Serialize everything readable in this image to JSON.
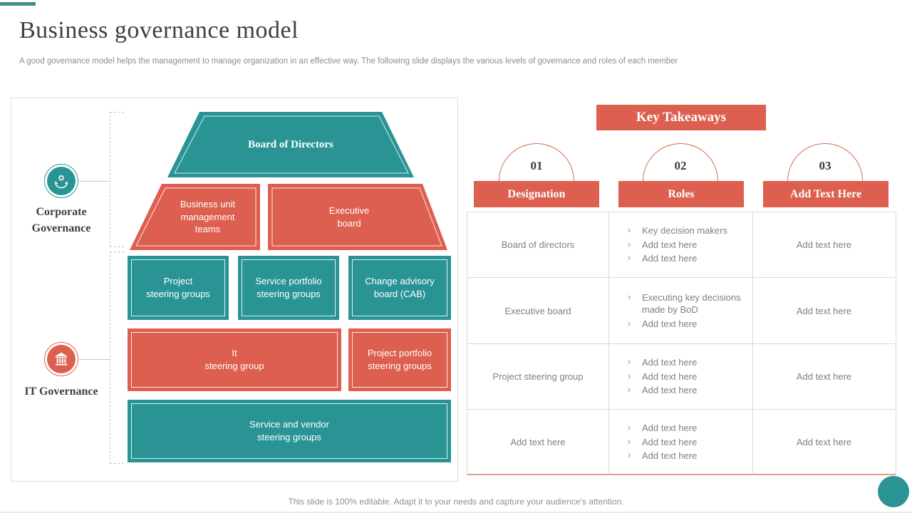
{
  "slide": {
    "title": "Business governance model",
    "subtitle": "A good governance model helps the management to manage organization in an effective way. The following slide displays the various levels of governance and roles of each member",
    "footer": "This slide is 100% editable. Adapt it to your needs and capture your audience's attention."
  },
  "colors": {
    "teal": "#2a9494",
    "coral": "#dd5f4f",
    "accent_dash": "#458b8b",
    "table_border": "#d9d9d9",
    "table_bottom_border": "#dfa091",
    "text_dark": "#3f3f3f",
    "text_gray": "#808080"
  },
  "diagram": {
    "corporate": {
      "label": "Corporate Governance",
      "icon": "hands-gear-icon"
    },
    "it": {
      "label": "IT Governance",
      "icon": "bank-icon"
    },
    "shapes": {
      "board": "Board of Directors",
      "business_unit": "Business unit\nmanagement\nteams",
      "executive": "Executive\nboard",
      "project_steering": "Project\nsteering groups",
      "service_portfolio": "Service portfolio\nsteering groups",
      "cab": "Change advisory\nboard (CAB)",
      "it_steering": "It\nsteering group",
      "project_portfolio": "Project portfolio\nsteering groups",
      "service_vendor": "Service and vendor\nsteering groups"
    }
  },
  "takeaways": {
    "title": "Key Takeaways",
    "columns": [
      {
        "number": "01",
        "label": "Designation"
      },
      {
        "number": "02",
        "label": "Roles"
      },
      {
        "number": "03",
        "label": "Add Text Here"
      }
    ],
    "rows": [
      {
        "designation": "Board of directors",
        "roles": [
          "Key decision makers",
          "Add text here",
          "Add text here"
        ],
        "extra": "Add text here"
      },
      {
        "designation": "Executive board",
        "roles": [
          "Executing key decisions made by BoD",
          "Add text here"
        ],
        "extra": "Add text here"
      },
      {
        "designation": "Project steering group",
        "roles": [
          "Add text here",
          "Add text here",
          "Add text here"
        ],
        "extra": "Add text here"
      },
      {
        "designation": "Add text here",
        "roles": [
          "Add text here",
          "Add text here",
          "Add text here"
        ],
        "extra": "Add text here"
      }
    ]
  }
}
